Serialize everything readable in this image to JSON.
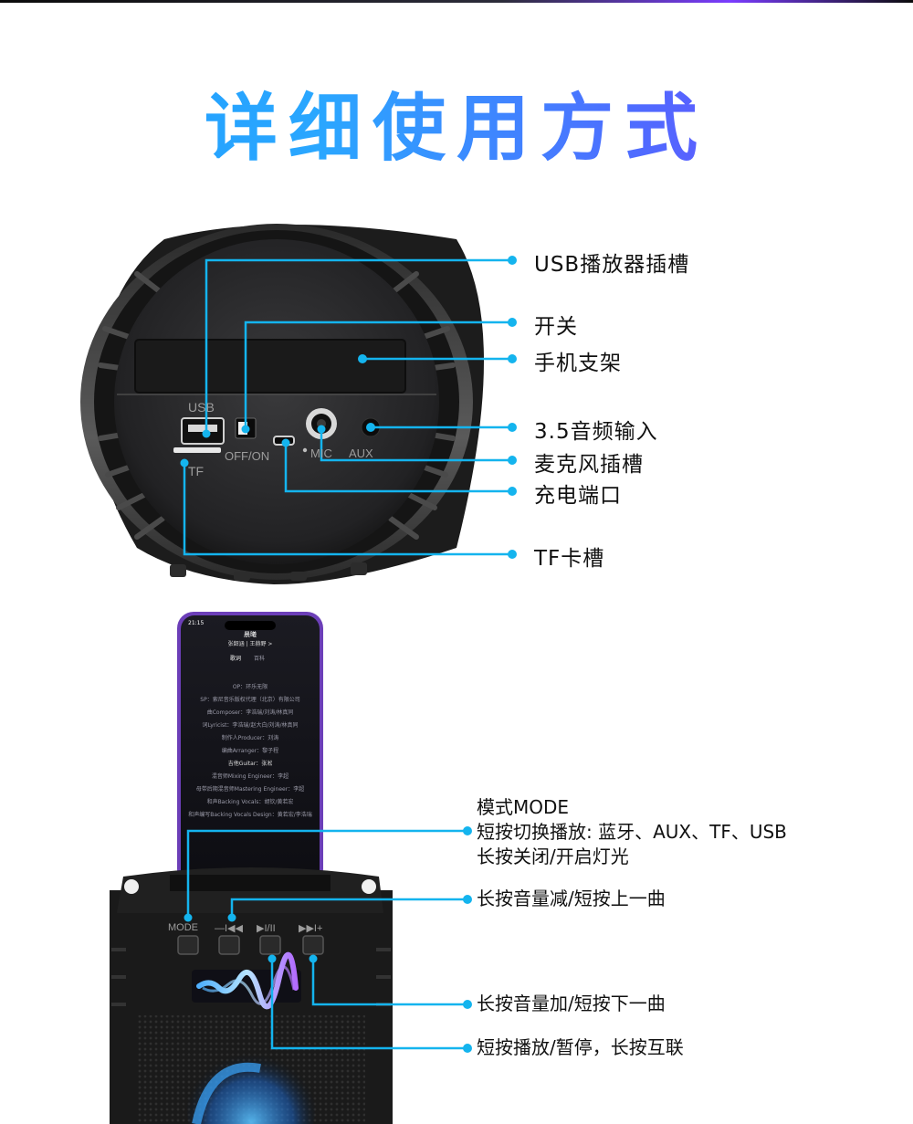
{
  "title": "详细使用方式",
  "speaker_top": {
    "port_labels": {
      "usb": "USB",
      "tf": "TF",
      "switch": "OFF/ON",
      "mic": "MIC",
      "aux": "AUX"
    },
    "callouts": [
      "USB播放器插槽",
      "开关",
      "手机支架",
      "3.5音频输入",
      "麦克风插槽",
      "充电端口",
      "TF卡槽"
    ]
  },
  "phone": {
    "time": "21:15",
    "song_title": "晨曦",
    "song_artist": "张韶涵 | 王赫野 >",
    "tabs": [
      "歌词",
      "百科"
    ],
    "credits": [
      "OP：环乐无限",
      "SP：索尼音乐版权代理（北京）有限公司",
      "曲Composer：李浩瑞/刘涛/林真同",
      "词Lyricist：李浩瑞/赵大白/刘涛/林真同",
      "制作人Producer：刘涛",
      "编曲Arranger：黎子程",
      "吉他Guitar：张淞",
      "混音师Mixing Engineer：李超",
      "母带后期混音师Mastering Engineer：李超",
      "和声Backing Vocals：胡钦/黄若宏",
      "和声编写Backing Vocals Design：黄若宏/李浩瑞"
    ]
  },
  "speaker_bottom": {
    "button_labels": {
      "mode": "MODE",
      "prev": "—I◀◀",
      "play": "▶I/II",
      "next": "▶▶I+"
    },
    "callouts": {
      "mode_lines": [
        "模式MODE",
        "短按切换播放: 蓝牙、AUX、TF、USB",
        "长按关闭/开启灯光"
      ],
      "prev": "长按音量减/短按上一曲",
      "next": "长按音量加/短按下一曲",
      "play": "短按播放/暂停，长按互联"
    }
  },
  "colors": {
    "accent_line": "#14b4ee",
    "title_start": "#1e9cff",
    "title_end": "#7b3dff"
  }
}
